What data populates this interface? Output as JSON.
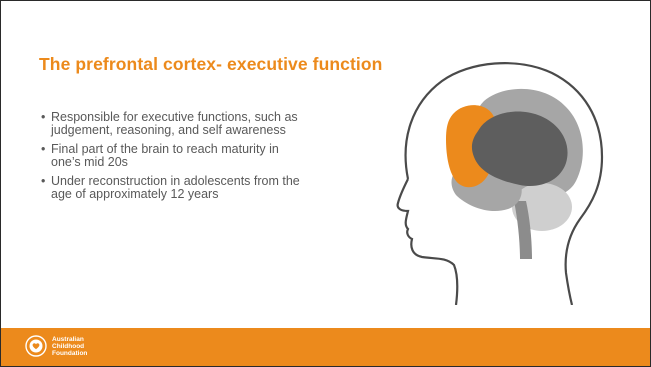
{
  "slide": {
    "title": "The prefrontal cortex- executive function",
    "bullets": [
      "Responsible for executive functions, such as judgement, reasoning, and self awareness",
      "Final part of the brain to reach maturity in one’s mid 20s",
      "Under reconstruction in adolescents from the age of approximately 12 years"
    ],
    "bullet_symbol": "•"
  },
  "image": {
    "icon": "head-brain-illustration",
    "colors": {
      "prefrontal": "#ec8a1c",
      "brain_dark": "#5e5e5e",
      "brain_mid": "#a6a6a6",
      "brain_light": "#cfcfcf",
      "outline": "#4a4a4a"
    }
  },
  "footer": {
    "background": "#ec8a1c",
    "logo_icon": "heart-badge-icon",
    "logo_lines": [
      "Australian",
      "Childhood",
      "Foundation"
    ]
  }
}
